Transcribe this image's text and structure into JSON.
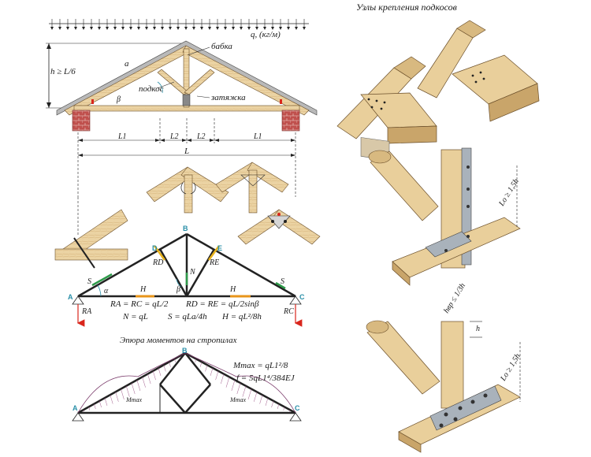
{
  "labels": {
    "load": "q, (кг/м)",
    "babka": "бабка",
    "podkos": "подкос",
    "zatyazhka": "затяжка",
    "height": "h ≥ L/6",
    "rafter_len": "a",
    "beta": "β",
    "dim_L1": "L1",
    "dim_L2": "L2",
    "dim_L": "L",
    "joints_title": "Узлы крепления подкосов",
    "moment_title": "Эпюра моментов на стропилах",
    "lo1": "Lo ≥ 1,5h",
    "lo2": "Lo ≥ 1,5h",
    "hvr": "hвр ≤ 1/3h",
    "h_small": "h"
  },
  "truss": {
    "nodes": {
      "A": "A",
      "B": "B",
      "C": "C",
      "D": "D",
      "E": "E"
    },
    "forces": {
      "RD": "RD",
      "RE": "RE",
      "N": "N",
      "S_left": "S",
      "S_right": "S",
      "H_left": "H",
      "H_right": "H",
      "alpha": "α",
      "beta": "β",
      "RA": "RA",
      "RC": "RC"
    },
    "formulas": {
      "f1": "RA = RC = qL/2",
      "f2": "RD = RE = qL/2sinβ",
      "f3": "N = qL",
      "f4": "S = qLa/4h",
      "f5": "H = qL²/8h"
    }
  },
  "moment": {
    "nodes": {
      "A": "A",
      "B": "B",
      "C": "C"
    },
    "mmax_left": "Mmax",
    "mmax_right": "Mmax",
    "f1": "Mmax = qL1²/8",
    "f2": "f = 5qL1⁴/384EJ"
  },
  "colors": {
    "wood": "#e9cf9b",
    "wood_dark": "#c9a56a",
    "brick": "#c0504d",
    "force_red": "#d9261c",
    "force_yellow": "#e8b21a",
    "force_green": "#2e9a4a",
    "node_blue": "#2a8fa8",
    "plate": "#9aa3ad"
  }
}
